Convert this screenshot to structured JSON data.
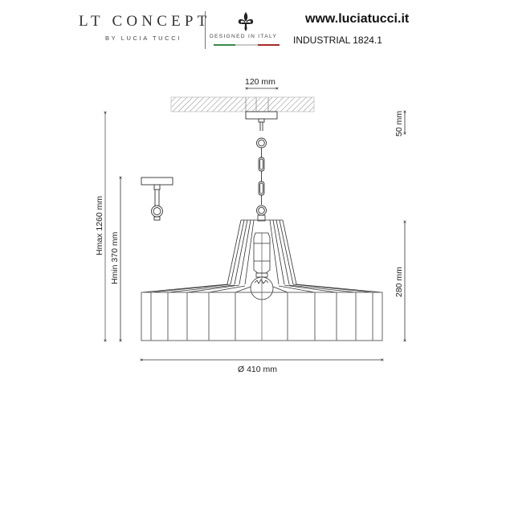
{
  "header": {
    "brand_name": "LT CONCEPT",
    "brand_tagline": "BY LUCIA TUCCI",
    "designed_label": "DESIGNED IN ITALY",
    "flag_colors": [
      "#3a8a4a",
      "#c9c9c9",
      "#a52a2a"
    ],
    "website": "www.luciatucci.it",
    "model": "INDUSTRIAL 1824.1"
  },
  "drawing": {
    "title": "Pendant lamp technical drawing",
    "line_color": "#333333",
    "hatch_color": "#888888",
    "dimensions": {
      "canopy_width": "120 mm",
      "canopy_height": "50 mm",
      "height_max": "Hmax 1260 mm",
      "height_min": "Hmin 370 mm",
      "shade_height": "280 mm",
      "diameter": "Ø 410 mm"
    }
  }
}
